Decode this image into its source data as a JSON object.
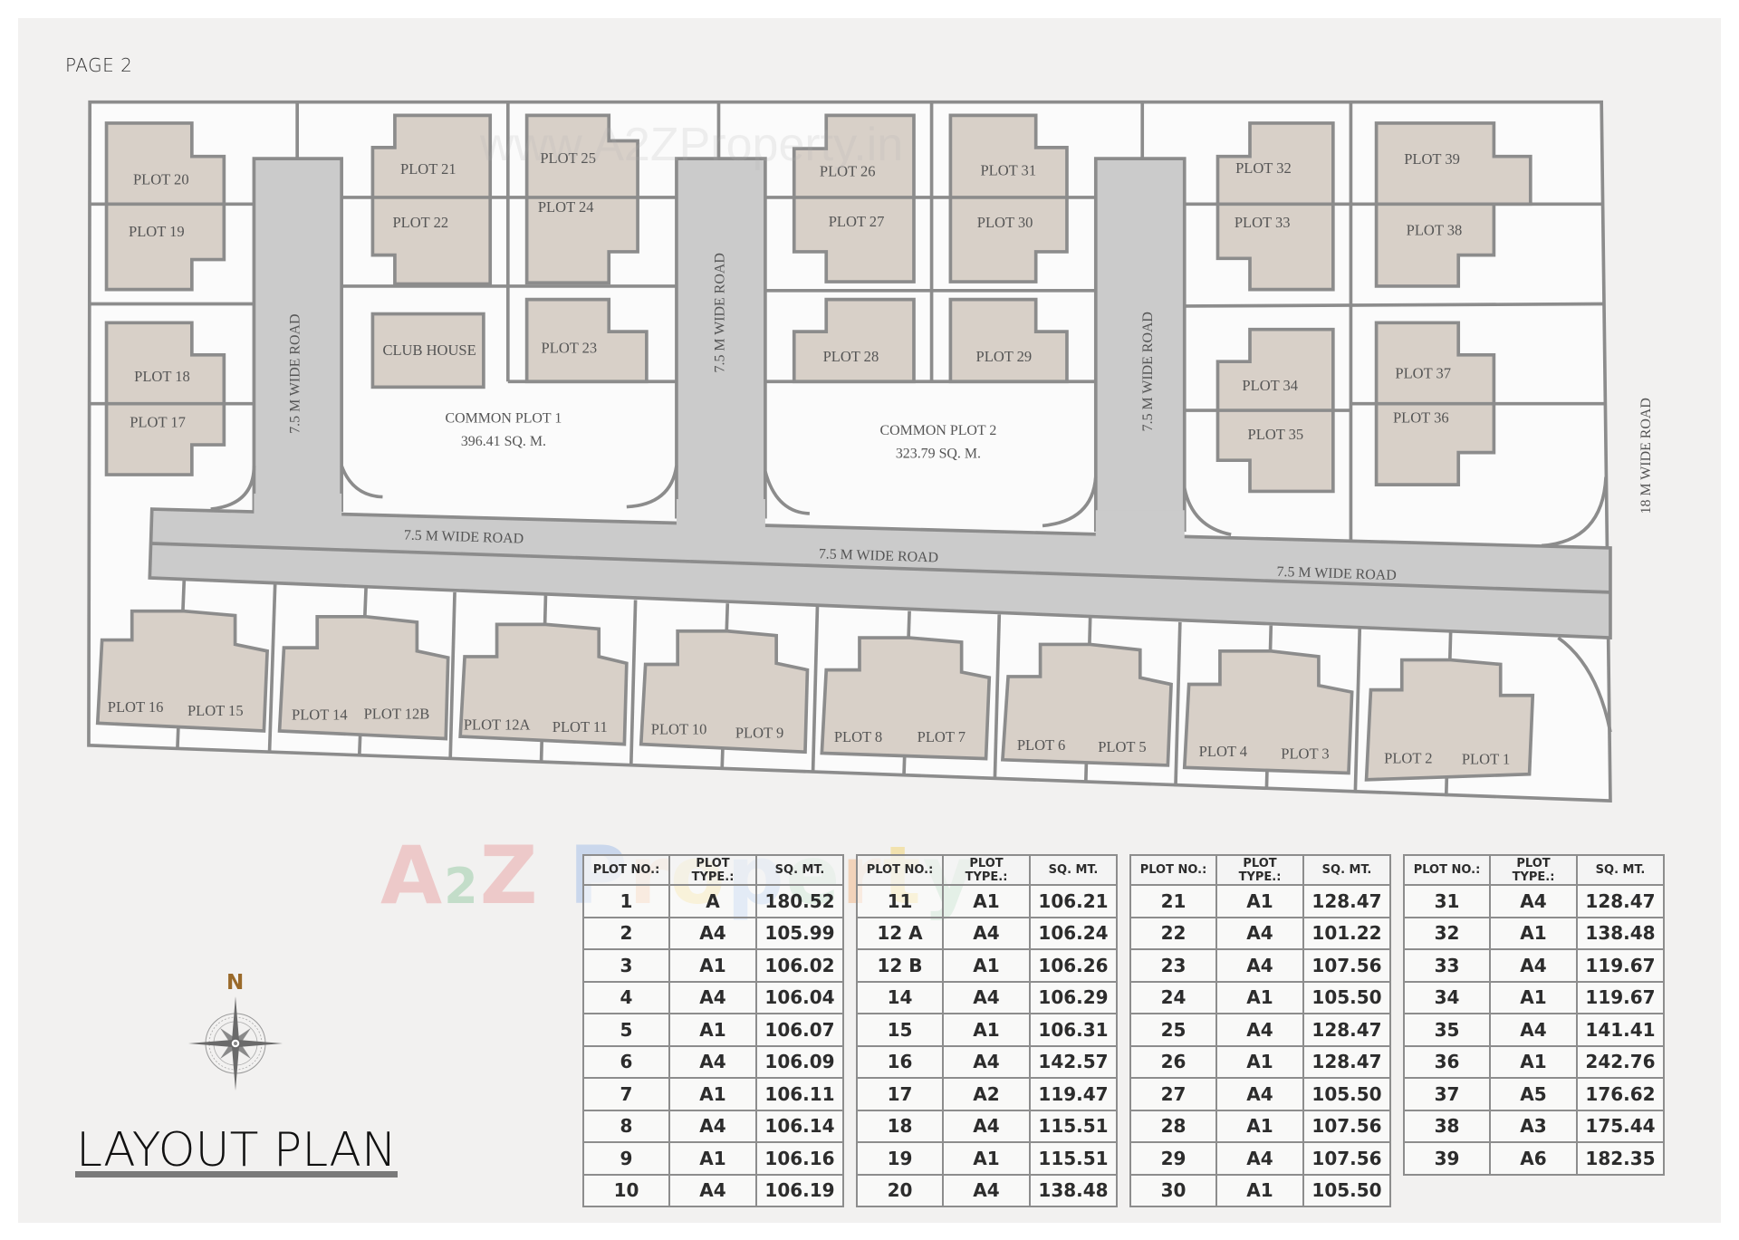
{
  "page": {
    "label": "PAGE 2"
  },
  "title": "LAYOUT PLAN",
  "compass": {
    "north_label": "N",
    "icon": "compass-rose-icon"
  },
  "watermark": {
    "top_text": "www.A2ZProperty.in",
    "logo_text": [
      "A",
      "2",
      "Z",
      " ",
      "P",
      "r",
      "o",
      "p",
      "e",
      "r",
      "t",
      "y"
    ]
  },
  "colors": {
    "background": "#f2f1f0",
    "land": "#fbfbfb",
    "road": "#cbcbcb",
    "building": "#d8d0c8",
    "outline": "#8c8c8c",
    "north": "#9a6a2a"
  },
  "map": {
    "roads": {
      "v1": "7.5 M WIDE ROAD",
      "v2": "7.5 M WIDE ROAD",
      "v3": "7.5 M WIDE ROAD",
      "h1": "7.5 M WIDE ROAD",
      "h2": "7.5 M WIDE ROAD",
      "h3": "7.5 M WIDE ROAD",
      "main": "18 M WIDE ROAD"
    },
    "common_plot_1": {
      "name": "COMMON PLOT 1",
      "area": "396.41 SQ. M."
    },
    "common_plot_2": {
      "name": "COMMON PLOT 2",
      "area": "323.79 SQ. M."
    },
    "club_house": "CLUB HOUSE",
    "plots": {
      "p1": "PLOT 1",
      "p2": "PLOT 2",
      "p3": "PLOT 3",
      "p4": "PLOT 4",
      "p5": "PLOT 5",
      "p6": "PLOT 6",
      "p7": "PLOT 7",
      "p8": "PLOT 8",
      "p9": "PLOT 9",
      "p10": "PLOT 10",
      "p11": "PLOT 11",
      "p12a": "PLOT 12A",
      "p12b": "PLOT 12B",
      "p14": "PLOT 14",
      "p15": "PLOT 15",
      "p16": "PLOT 16",
      "p17": "PLOT 17",
      "p18": "PLOT 18",
      "p19": "PLOT 19",
      "p20": "PLOT 20",
      "p21": "PLOT 21",
      "p22": "PLOT 22",
      "p23": "PLOT 23",
      "p24": "PLOT 24",
      "p25": "PLOT 25",
      "p26": "PLOT 26",
      "p27": "PLOT 27",
      "p28": "PLOT 28",
      "p29": "PLOT 29",
      "p30": "PLOT 30",
      "p31": "PLOT 31",
      "p32": "PLOT 32",
      "p33": "PLOT 33",
      "p34": "PLOT 34",
      "p35": "PLOT 35",
      "p36": "PLOT 36",
      "p37": "PLOT 37",
      "p38": "PLOT 38",
      "p39": "PLOT 39"
    }
  },
  "tables": {
    "headers": [
      "PLOT NO.:",
      "PLOT TYPE.:",
      "SQ. MT."
    ],
    "t1": [
      [
        "1",
        "A",
        "180.52"
      ],
      [
        "2",
        "A4",
        "105.99"
      ],
      [
        "3",
        "A1",
        "106.02"
      ],
      [
        "4",
        "A4",
        "106.04"
      ],
      [
        "5",
        "A1",
        "106.07"
      ],
      [
        "6",
        "A4",
        "106.09"
      ],
      [
        "7",
        "A1",
        "106.11"
      ],
      [
        "8",
        "A4",
        "106.14"
      ],
      [
        "9",
        "A1",
        "106.16"
      ],
      [
        "10",
        "A4",
        "106.19"
      ]
    ],
    "t2": [
      [
        "11",
        "A1",
        "106.21"
      ],
      [
        "12 A",
        "A4",
        "106.24"
      ],
      [
        "12 B",
        "A1",
        "106.26"
      ],
      [
        "14",
        "A4",
        "106.29"
      ],
      [
        "15",
        "A1",
        "106.31"
      ],
      [
        "16",
        "A4",
        "142.57"
      ],
      [
        "17",
        "A2",
        "119.47"
      ],
      [
        "18",
        "A4",
        "115.51"
      ],
      [
        "19",
        "A1",
        "115.51"
      ],
      [
        "20",
        "A4",
        "138.48"
      ]
    ],
    "t3": [
      [
        "21",
        "A1",
        "128.47"
      ],
      [
        "22",
        "A4",
        "101.22"
      ],
      [
        "23",
        "A4",
        "107.56"
      ],
      [
        "24",
        "A1",
        "105.50"
      ],
      [
        "25",
        "A4",
        "128.47"
      ],
      [
        "26",
        "A1",
        "128.47"
      ],
      [
        "27",
        "A4",
        "105.50"
      ],
      [
        "28",
        "A1",
        "107.56"
      ],
      [
        "29",
        "A4",
        "107.56"
      ],
      [
        "30",
        "A1",
        "105.50"
      ]
    ],
    "t4": [
      [
        "31",
        "A4",
        "128.47"
      ],
      [
        "32",
        "A1",
        "138.48"
      ],
      [
        "33",
        "A4",
        "119.67"
      ],
      [
        "34",
        "A1",
        "119.67"
      ],
      [
        "35",
        "A4",
        "141.41"
      ],
      [
        "36",
        "A1",
        "242.76"
      ],
      [
        "37",
        "A5",
        "176.62"
      ],
      [
        "38",
        "A3",
        "175.44"
      ],
      [
        "39",
        "A6",
        "182.35"
      ]
    ]
  }
}
